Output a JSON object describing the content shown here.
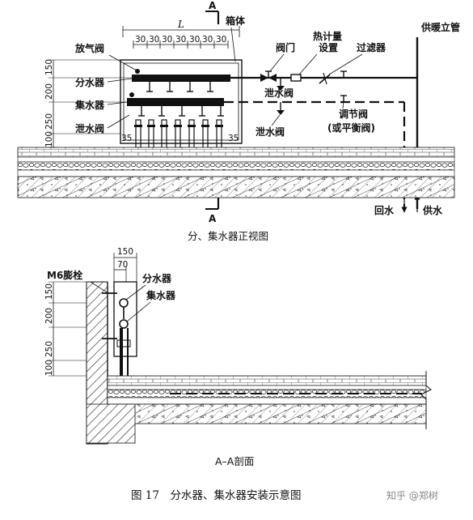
{
  "front_view": {
    "section_mark": "A",
    "dim_L": "L",
    "spacing": [
      "30",
      "30",
      "30",
      "30",
      "30",
      "30",
      "30"
    ],
    "label_box": "箱体",
    "label_vent": "放气阀",
    "label_distributor": "分水器",
    "label_collector": "集水器",
    "label_drain_left": "泄水阀",
    "label_valve": "阀门",
    "label_heat_meter_1": "热计量",
    "label_heat_meter_2": "设置",
    "label_filter": "过滤器",
    "label_riser": "供暖立管",
    "label_drain_mid": "泄水阀",
    "label_drain_low": "泄水阀",
    "label_reg_valve_1": "调节阀",
    "label_reg_valve_2": "(或平衡阀)",
    "dims_left": [
      "150",
      "200",
      "250",
      "100"
    ],
    "dim_35_left": "35",
    "dim_35_right": "35",
    "label_return": "回水",
    "label_supply": "供水",
    "caption": "分、集水器正视图"
  },
  "section_view": {
    "dim_150": "150",
    "dim_70": "70",
    "label_bolt": "M6膨栓",
    "label_distributor": "分水器",
    "label_collector": "集水器",
    "dims_left": [
      "150",
      "200",
      "250",
      "100"
    ],
    "caption": "A–A剖面"
  },
  "figure_title": "图 17　分水器、集水器安装示意图",
  "watermark": "知乎 @郑树"
}
